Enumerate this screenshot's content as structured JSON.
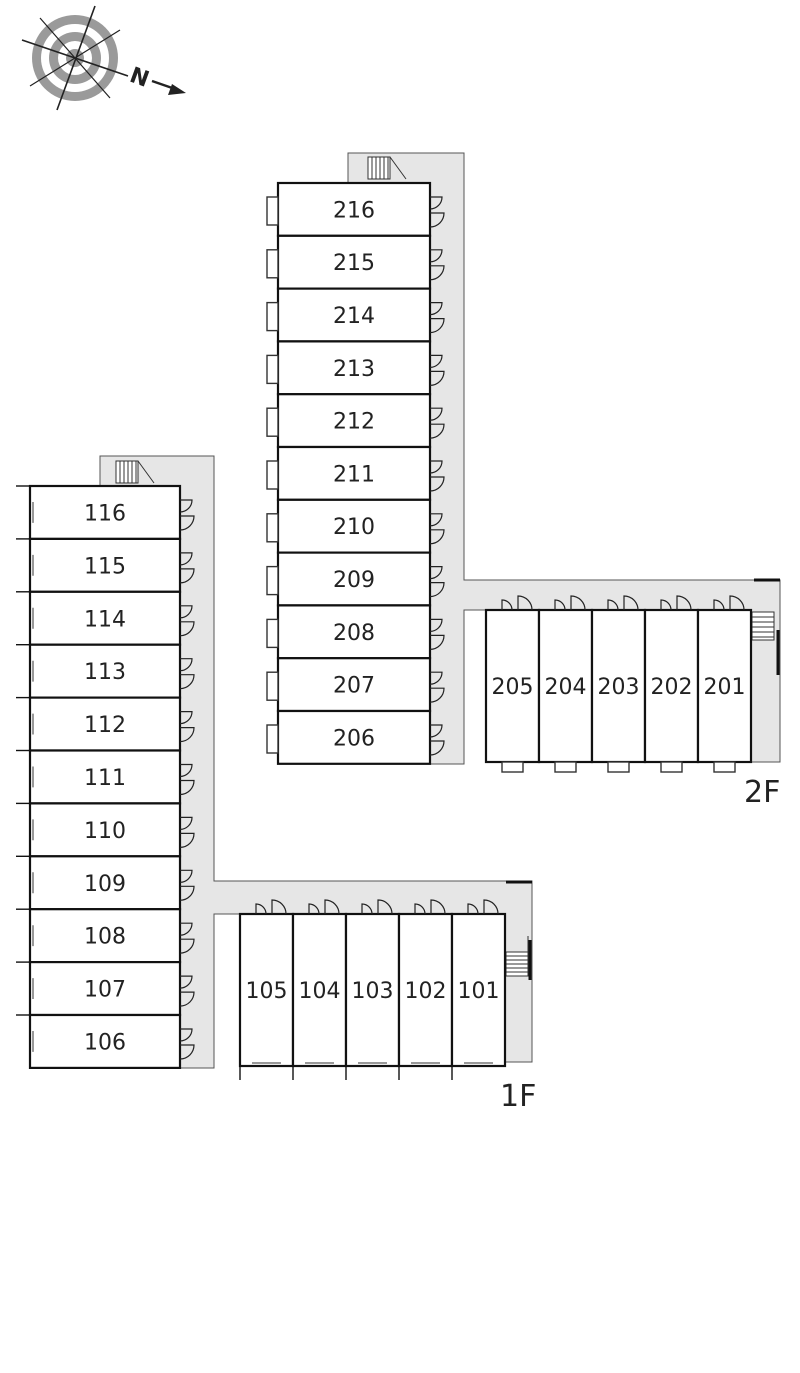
{
  "compass": {
    "north_label": "N",
    "icon": "compass-rose-icon"
  },
  "floors": [
    {
      "label": "1F",
      "column_units": [
        "116",
        "115",
        "114",
        "113",
        "112",
        "111",
        "110",
        "109",
        "108",
        "107",
        "106"
      ],
      "row_units": [
        "105",
        "104",
        "103",
        "102",
        "101"
      ]
    },
    {
      "label": "2F",
      "column_units": [
        "216",
        "215",
        "214",
        "213",
        "212",
        "211",
        "210",
        "209",
        "208",
        "207",
        "206"
      ],
      "row_units": [
        "205",
        "204",
        "203",
        "202",
        "201"
      ]
    }
  ],
  "colors": {
    "corridor": "#e6e6e6",
    "wall": "#111111",
    "background": "#ffffff"
  },
  "icons": {
    "door": "door-swing-icon",
    "stairs": "stairs-icon",
    "balcony": "balcony-icon"
  }
}
